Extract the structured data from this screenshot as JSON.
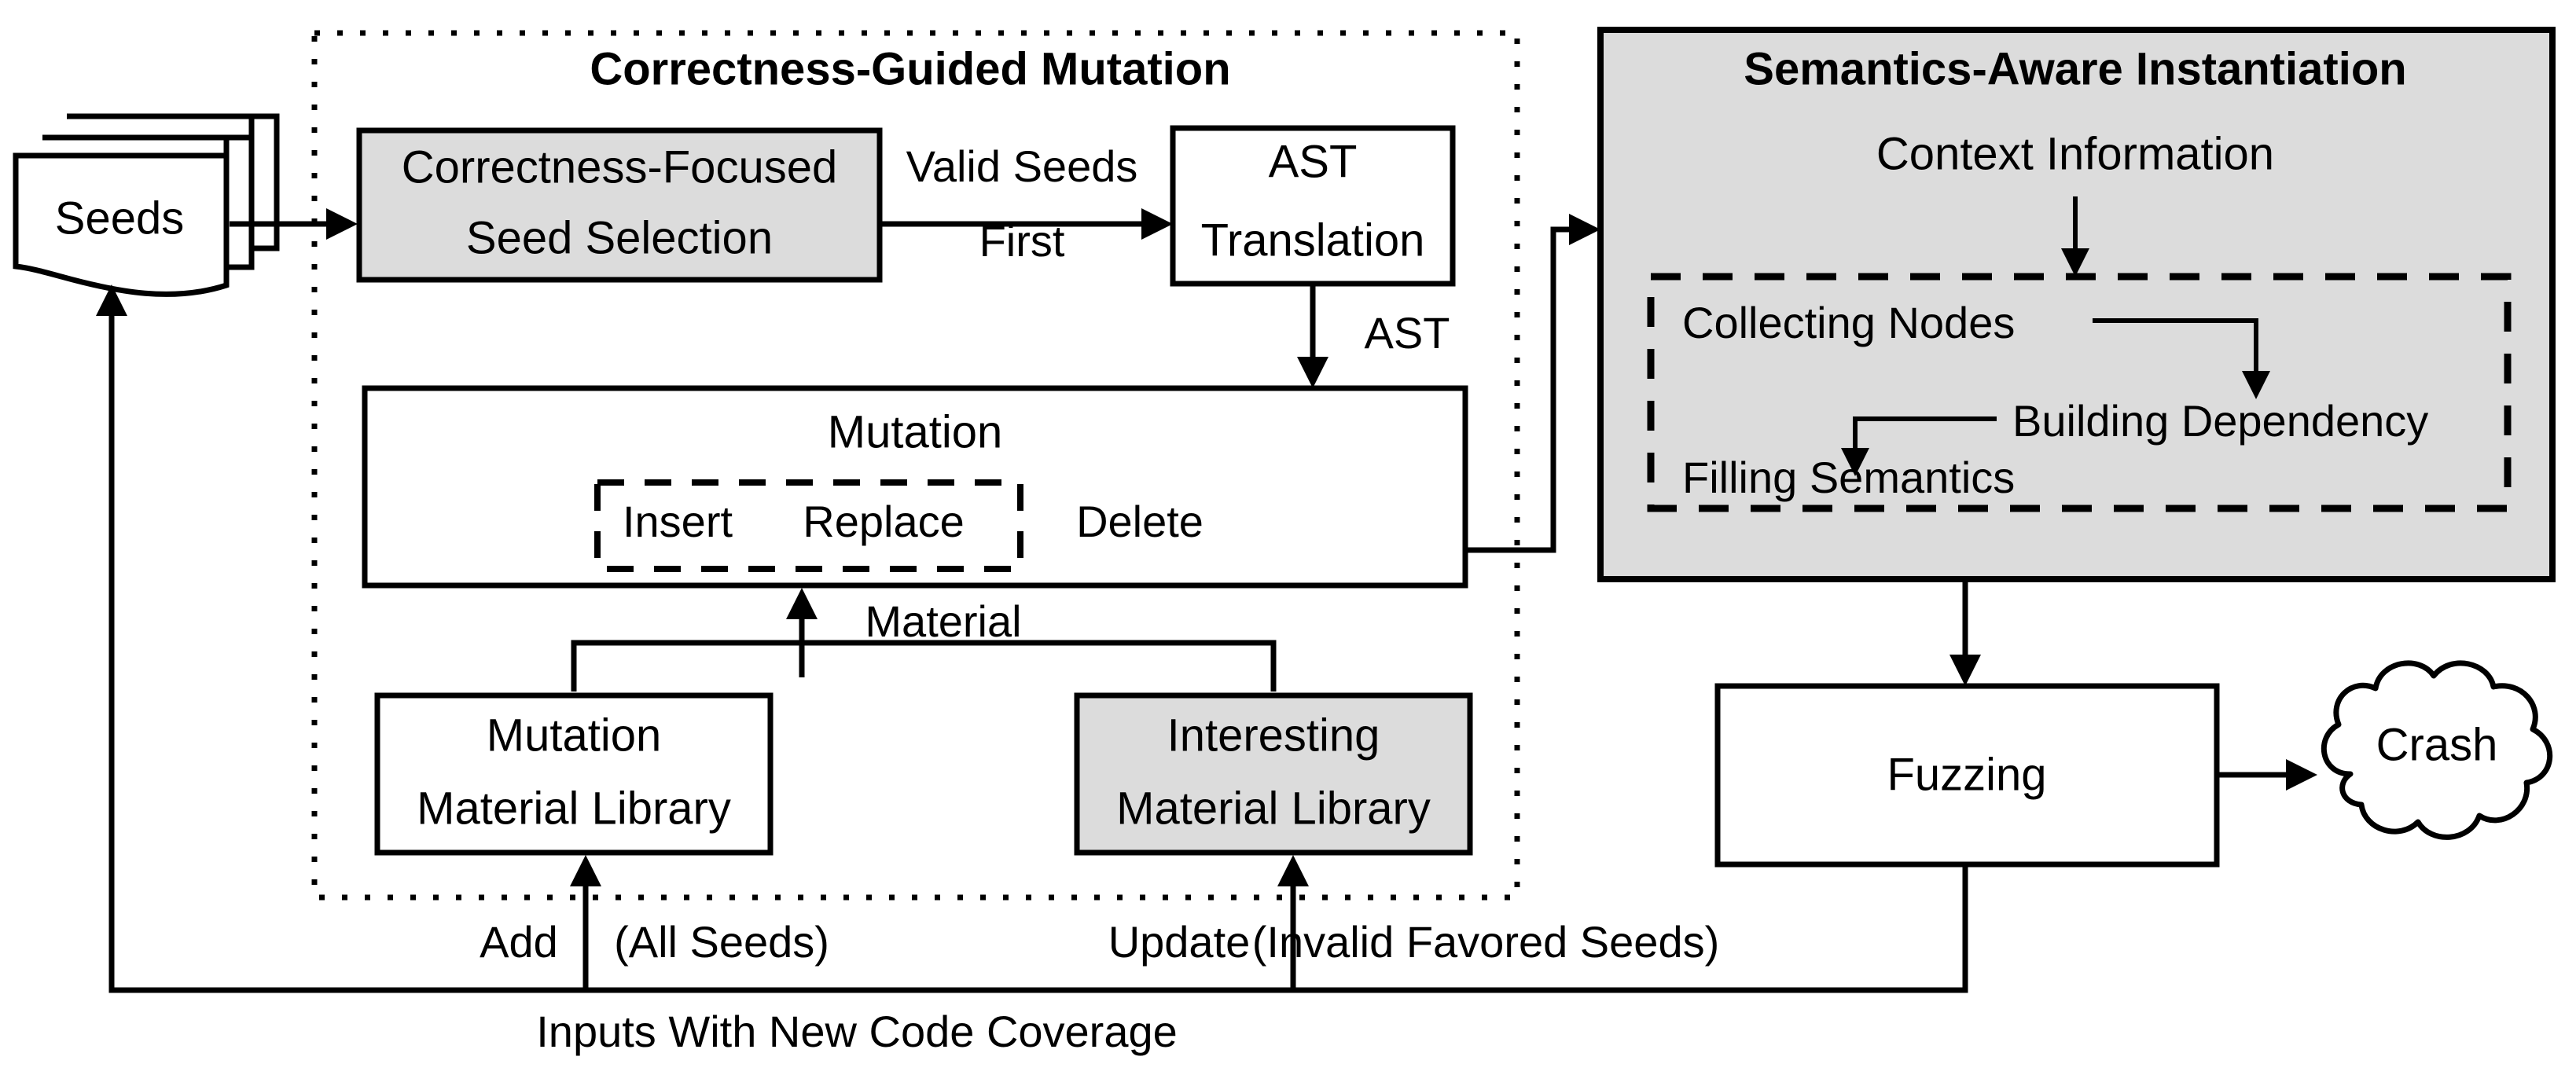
{
  "diagram": {
    "title_left": "Correctness-Guided Mutation",
    "title_right": "Semantics-Aware Instantiation",
    "colors": {
      "shade": "#dcdcdc",
      "stroke": "#000000",
      "background": "#ffffff"
    }
  },
  "nodes": {
    "seeds": {
      "label": "Seeds"
    },
    "seed_selection": {
      "line1": "Correctness-Focused",
      "line2": "Seed Selection"
    },
    "ast_translation": {
      "line1": "AST",
      "line2": "Translation"
    },
    "mutation": {
      "label": "Mutation"
    },
    "mutation_ops": {
      "insert": "Insert",
      "replace": "Replace",
      "delete": "Delete"
    },
    "mutation_library": {
      "line1": "Mutation",
      "line2": "Material Library"
    },
    "interesting_library": {
      "line1": "Interesting",
      "line2": "Material Library"
    },
    "context_information": {
      "label": "Context Information"
    },
    "collecting_nodes": {
      "label": "Collecting Nodes"
    },
    "building_dependency": {
      "label": "Building Dependency"
    },
    "filling_semantics": {
      "label": "Filling Semantics"
    },
    "fuzzing": {
      "label": "Fuzzing"
    },
    "crash": {
      "label": "Crash"
    }
  },
  "edges": {
    "valid_seeds": "Valid Seeds",
    "first": "First",
    "ast": "AST",
    "material": "Material",
    "add": "Add",
    "all_seeds": "(All Seeds)",
    "update": "Update",
    "invalid_favored_seeds": "(Invalid Favored Seeds)",
    "inputs_new_coverage": "Inputs With New Code Coverage"
  }
}
